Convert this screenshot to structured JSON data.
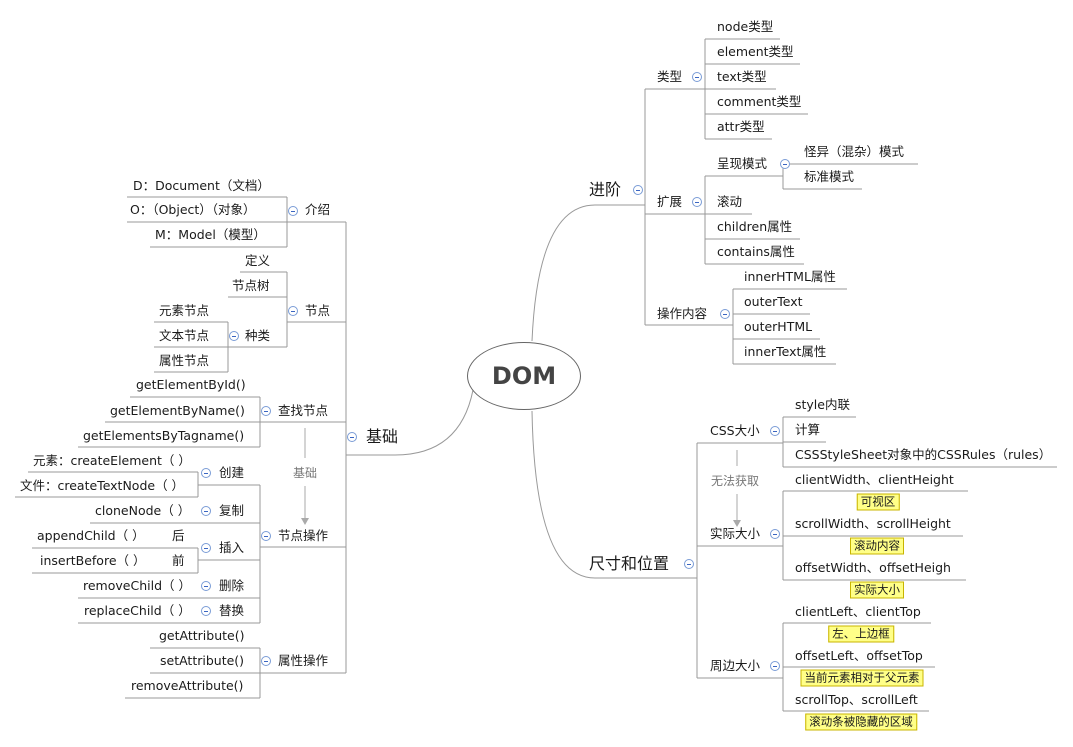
{
  "root": "DOM",
  "nodes": {
    "jichu": "基础",
    "intro": "介绍",
    "intro_d": "D：Document（文档）",
    "intro_o": "O：（Object）（对象）",
    "intro_m": "M：Model（模型）",
    "jiedian": "节点",
    "dingyi": "定义",
    "jiedianshu": "节点树",
    "zhonglei": "种类",
    "yuansu": "元素节点",
    "wenben": "文本节点",
    "shuxing": "属性节点",
    "chazhao": "查找节点",
    "get_id": "getElementById()",
    "get_name": "getElementByName()",
    "get_tag": "getElementsByTagname()",
    "relation_label": "基础",
    "caozuo": "节点操作",
    "chuangjian": "创建",
    "create_el": "元素：createElement（ ）",
    "create_text": "文件：createTextNode（ ）",
    "fuzhi": "复制",
    "clone": "cloneNode（ ）",
    "charu": "插入",
    "hou": "后",
    "append": "appendChild（ ）",
    "qian": "前",
    "insert": "insertBefore（ ）",
    "shanchu": "删除",
    "remove": "removeChild（ ）",
    "tihuan": "替换",
    "replace": "replaceChild（ ）",
    "attr_op": "属性操作",
    "get_attr": "getAttribute()",
    "set_attr": "setAttribute()",
    "rm_attr": "removeAttribute()",
    "jinjie": "进阶",
    "leixing": "类型",
    "t_node": "node类型",
    "t_element": "element类型",
    "t_text": "text类型",
    "t_comment": "comment类型",
    "t_attr": "attr类型",
    "kuozhan": "扩展",
    "chengxian": "呈现模式",
    "guaiyi": "怪异（混杂）模式",
    "biaozhun": "标准模式",
    "gundong": "滚动",
    "children": "children属性",
    "contains": "contains属性",
    "caozuoneirong": "操作内容",
    "innerhtml": "innerHTML属性",
    "outertext": "outerText",
    "outerhtml": "outerHTML",
    "innertext": "innerText属性",
    "chicun": "尺寸和位置",
    "css_size": "CSS大小",
    "style": "style内联",
    "jisuan": "计算",
    "cssrules": "CSSStyleSheet对象中的CSSRules（rules）",
    "wufa": "无法获取",
    "shiji": "实际大小",
    "client_wh": "clientWidth、clientHeight",
    "client_note": "可视区",
    "scroll_wh": "scrollWidth、scrollHeight",
    "scroll_note": "滚动内容",
    "offset_wh": "offsetWidth、offsetHeigh",
    "offset_note": "实际大小",
    "zhoubian": "周边大小",
    "client_lt": "clientLeft、clientTop",
    "client_lt_note": "左、上边框",
    "offset_lt": "offsetLeft、offsetTop",
    "offset_lt_note": "当前元素相对于父元素",
    "scroll_lt": "scrollTop、scrollLeft",
    "scroll_lt_note": "滚动条被隐藏的区域"
  },
  "colors": {
    "line": "#999999",
    "toggle_border": "#7a9cd6",
    "highlight_fill": "#ffff88",
    "highlight_border": "#c8b400"
  }
}
